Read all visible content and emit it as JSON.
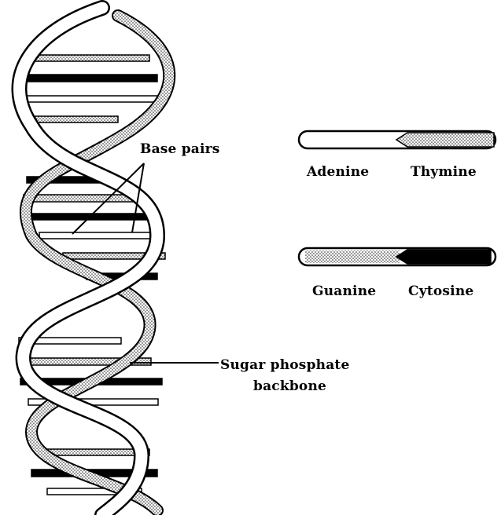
{
  "diagram": {
    "labels": {
      "base_pairs": "Base pairs",
      "sugar_phosphate_line1": "Sugar phosphate",
      "sugar_phosphate_line2": "backbone"
    },
    "key": [
      {
        "left": "Adenine",
        "right": "Thymine",
        "left_fill": "none",
        "right_fill": "stippled"
      },
      {
        "left": "Guanine",
        "right": "Cytosine",
        "left_fill": "stippled",
        "right_fill": "solid-black"
      }
    ]
  }
}
